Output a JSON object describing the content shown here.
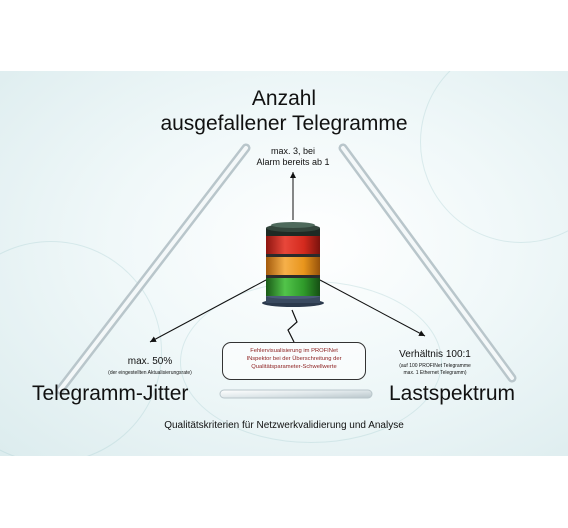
{
  "diagram": {
    "top": {
      "title_line1": "Anzahl",
      "title_line2": "ausgefallener Telegramme",
      "note_line1": "max. 3, bei",
      "note_line2": "Alarm bereits ab 1"
    },
    "left": {
      "label": "Telegramm-Jitter",
      "note_main": "max. 50%",
      "note_sub": "(der eingestellten Aktualisierungsrate)"
    },
    "right": {
      "label": "Lastspektrum",
      "note_main": "Verhältnis 100:1",
      "note_sub_line1": "(auf 100 PROFINet Telegramme",
      "note_sub_line2": "max. 1 Ethernet Telegramm)"
    },
    "center_box": {
      "line1": "Fehlervisualisierung im PROFINet",
      "line2": "INspektor bei der Überschreitung der",
      "line3": "Qualitätsparameter-Schwellwerte"
    },
    "caption": "Qualitätskriterien für Netzwerkvalidierung und Analyse",
    "signal_tower": {
      "lamps": [
        "red",
        "orange",
        "green"
      ],
      "colors": {
        "red": "#d42a1e",
        "orange": "#e8951c",
        "green": "#2f9a2a"
      }
    },
    "accent_colors": {
      "tube": "#dfe7ea",
      "box_text": "#8a1c1c",
      "arrow": "#111111"
    }
  }
}
